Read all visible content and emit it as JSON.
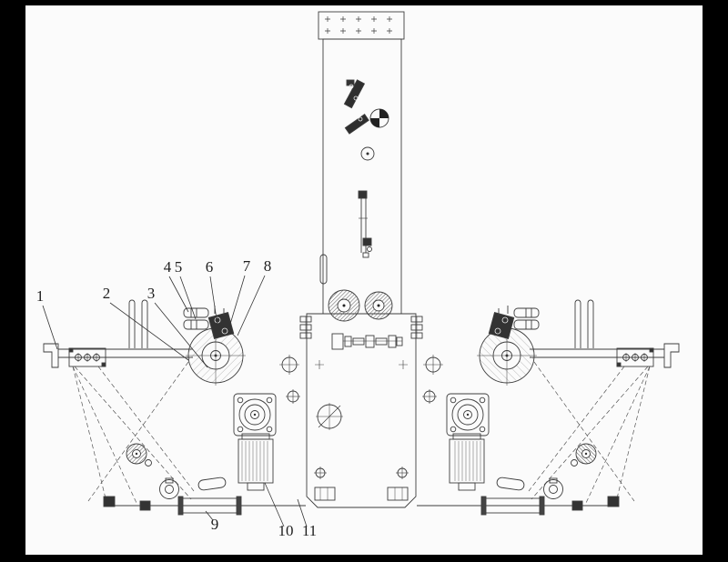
{
  "figure": {
    "type": "technical-drawing",
    "description": "Front-view mechanical assembly drawing of a symmetric machine (central column, two side units with rollers, motors and pneumatic cylinders) with numbered part callouts",
    "colors": {
      "frame": "#000000",
      "paper": "#fbfbfb",
      "ink": "#3d3d3d",
      "ink_dark": "#262626"
    },
    "callouts": [
      {
        "label": "1"
      },
      {
        "label": "2"
      },
      {
        "label": "3"
      },
      {
        "label": "4"
      },
      {
        "label": "5"
      },
      {
        "label": "6"
      },
      {
        "label": "7"
      },
      {
        "label": "8"
      },
      {
        "label": "9"
      },
      {
        "label": "10"
      },
      {
        "label": "11"
      }
    ]
  }
}
